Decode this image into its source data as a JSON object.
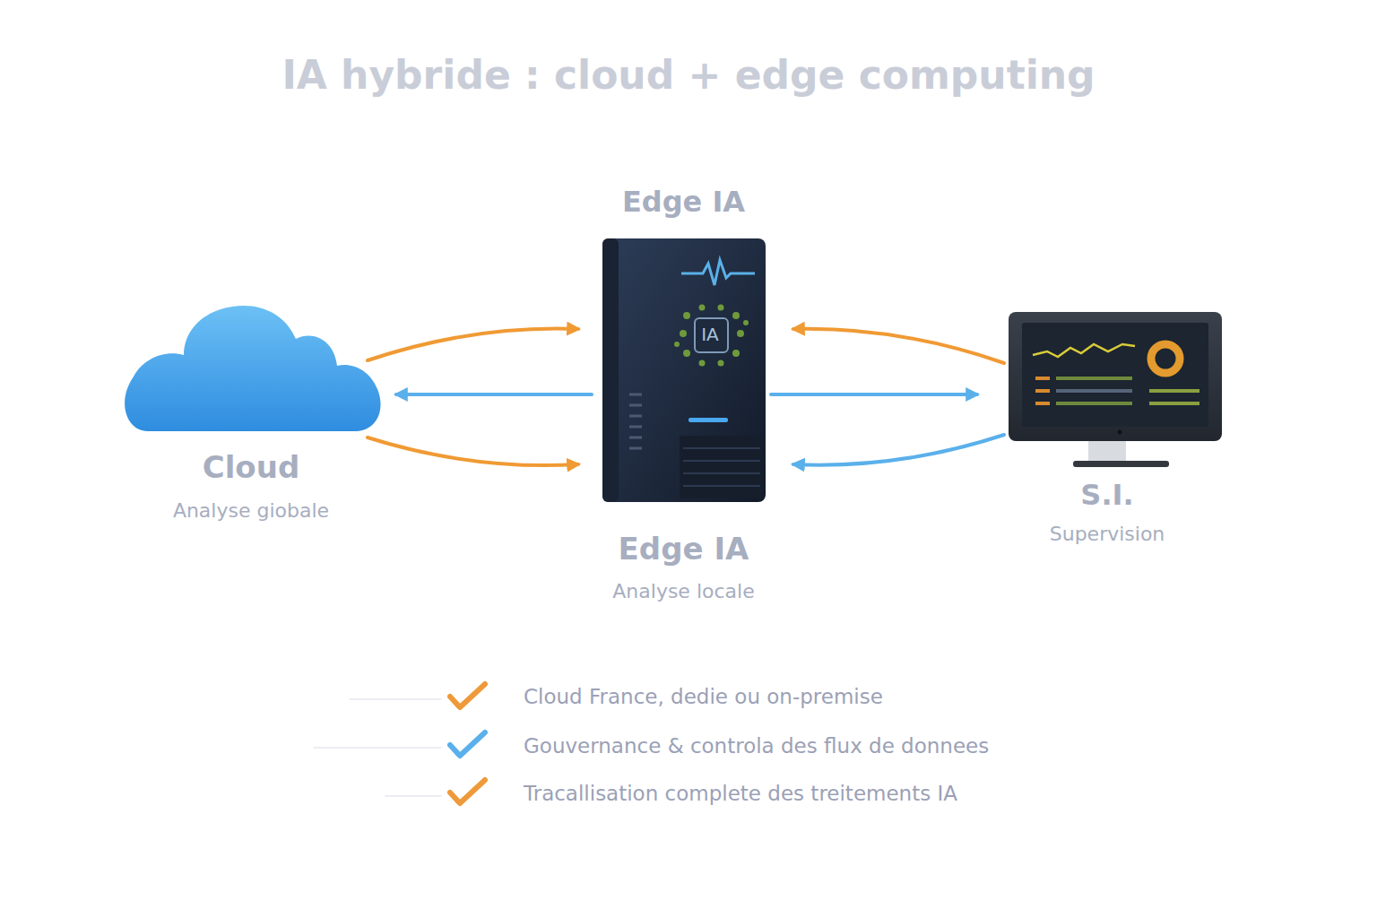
{
  "diagram": {
    "title": "IA hybride : cloud + edge computing",
    "nodes": [
      {
        "text": [
          "Cloud",
          "Analyse giobale"
        ]
      },
      {
        "text": [
          "Edge IA",
          "IA",
          "Edge IA",
          "Analyse locale"
        ]
      },
      {
        "text": [
          "S.I.",
          "Supervision"
        ]
      }
    ],
    "edges": [
      {
        "from": 0,
        "to": 1,
        "arrow": "to"
      },
      {
        "from": 1,
        "to": 0,
        "arrow": "to"
      },
      {
        "from": 0,
        "to": 1,
        "arrow": "to"
      },
      {
        "from": 2,
        "to": 1,
        "arrow": "to"
      },
      {
        "from": 1,
        "to": 2,
        "arrow": "to"
      },
      {
        "from": 2,
        "to": 1,
        "arrow": "to"
      }
    ],
    "labels": [
      "Cloud France, dedie ou on-premise",
      "Gouvernance & controla des flux de donnees",
      "Tracallisation complete des treitements IA"
    ]
  }
}
